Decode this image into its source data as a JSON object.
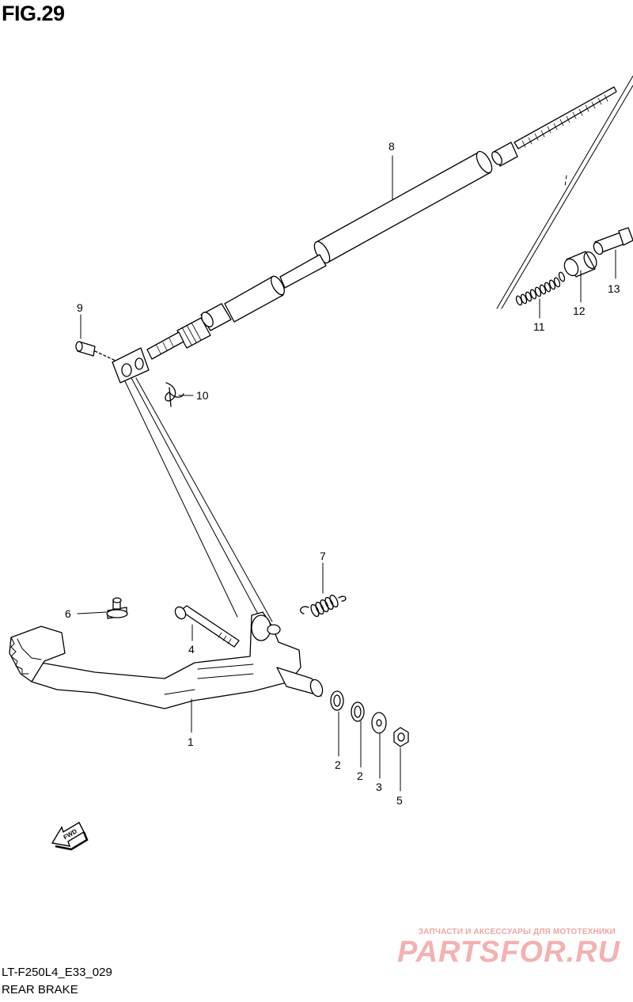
{
  "figure": {
    "title": "FIG.29"
  },
  "callouts": [
    {
      "id": "c1",
      "label": "1"
    },
    {
      "id": "c2a",
      "label": "2"
    },
    {
      "id": "c2b",
      "label": "2"
    },
    {
      "id": "c3",
      "label": "3"
    },
    {
      "id": "c4",
      "label": "4"
    },
    {
      "id": "c5",
      "label": "5"
    },
    {
      "id": "c6",
      "label": "6"
    },
    {
      "id": "c7",
      "label": "7"
    },
    {
      "id": "c8",
      "label": "8"
    },
    {
      "id": "c9",
      "label": "9"
    },
    {
      "id": "c10",
      "label": "10"
    },
    {
      "id": "c11",
      "label": "11"
    },
    {
      "id": "c12",
      "label": "12"
    },
    {
      "id": "c13",
      "label": "13"
    }
  ],
  "fwd_label": "FWD",
  "footer": {
    "model_code": "LT-F250L4_E33_029",
    "section_name": "REAR BRAKE"
  },
  "watermark": {
    "tagline": "ЗАПЧАСТИ И АКСЕССУАРЫ ДЛЯ МОТОТЕХНИКИ",
    "logo": "PARTSFOR.RU"
  }
}
